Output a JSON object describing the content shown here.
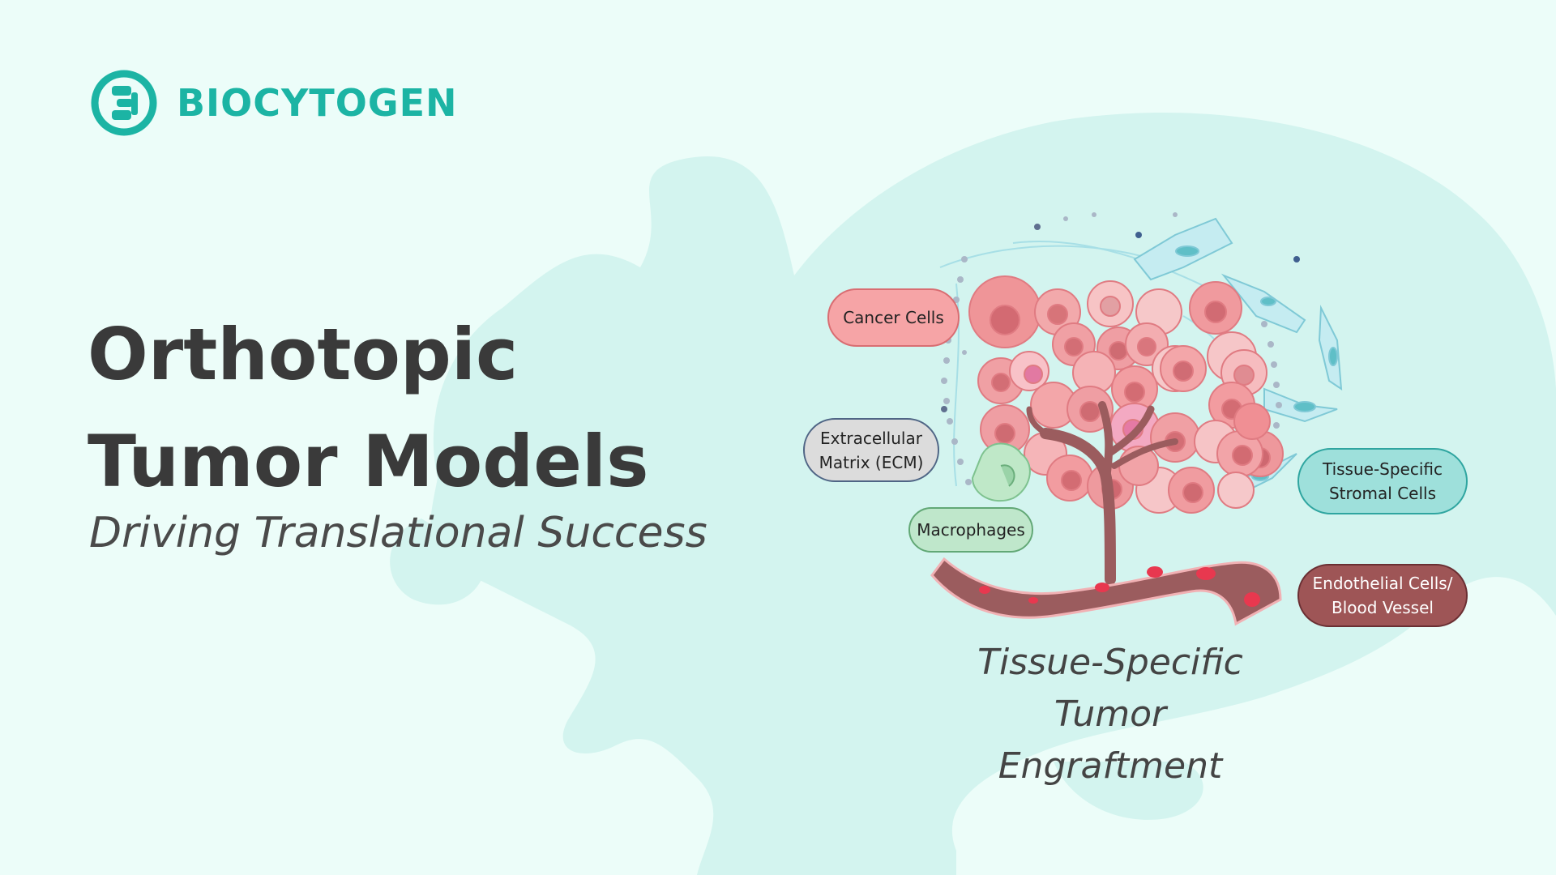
{
  "brand": {
    "name": "BIOCYTOGEN",
    "color": "#1cb4a4"
  },
  "headline": {
    "line1": "Orthotopic",
    "line2": "Tumor Models"
  },
  "subtitle": "Driving Translational Success",
  "diagram": {
    "labels": {
      "cancer_cells": "Cancer Cells",
      "ecm_line1": "Extracellular",
      "ecm_line2": "Matrix (ECM)",
      "macrophages": "Macrophages",
      "stromal_line1": "Tissue-Specific",
      "stromal_line2": "Stromal Cells",
      "endothelial_line1": "Endothelial Cells/",
      "endothelial_line2": "Blood Vessel"
    },
    "caption_line1": "Tissue-Specific",
    "caption_line2": "Tumor Engraftment"
  },
  "colors": {
    "background": "#ecfdf9",
    "silhouette": "#d3f4ef",
    "cancer": "#f2a0a3",
    "vessel": "#9b5c5e",
    "stromal": "#8ad7e0"
  }
}
